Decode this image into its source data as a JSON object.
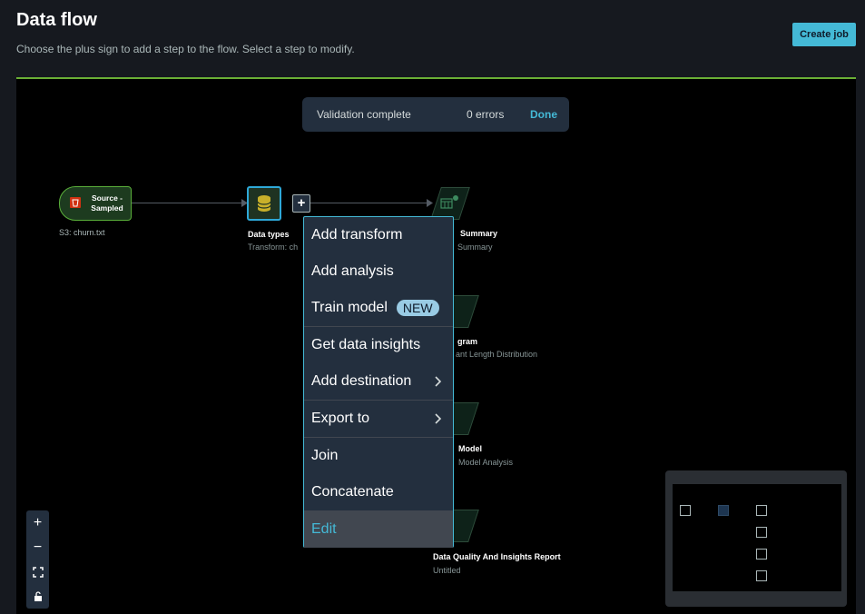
{
  "header": {
    "title": "Data flow",
    "subtitle": "Choose the plus sign to add a step to the flow. Select a step to modify.",
    "create_job_label": "Create job"
  },
  "validation": {
    "text": "Validation complete",
    "errors": "0 errors",
    "done_label": "Done"
  },
  "nodes": {
    "source": {
      "label": "Source - Sampled",
      "sub": "S3: churn.txt"
    },
    "data_types": {
      "label": "Data types",
      "sub": "Transform: ch"
    },
    "summary": {
      "label": "Summary",
      "sub": "Summary"
    },
    "histogram": {
      "label": "gram",
      "sub": "ant Length Distribution"
    },
    "model": {
      "label": "Model",
      "sub": "Model Analysis"
    },
    "report": {
      "label": "Data Quality And Insights Report",
      "sub": "Untitled"
    }
  },
  "context_menu": {
    "items": [
      {
        "label": "Add transform"
      },
      {
        "label": "Add analysis"
      },
      {
        "label": "Train model",
        "badge": "NEW"
      },
      {
        "label": "Get data insights"
      },
      {
        "label": "Add destination"
      },
      {
        "label": "Export to"
      },
      {
        "label": "Join"
      },
      {
        "label": "Concatenate"
      },
      {
        "label": "Edit"
      }
    ]
  },
  "zoom_controls": {
    "zoom_in": "+",
    "zoom_out": "−"
  },
  "colors": {
    "accent": "#44b9d6",
    "validation_bar": "#6aaf35"
  }
}
